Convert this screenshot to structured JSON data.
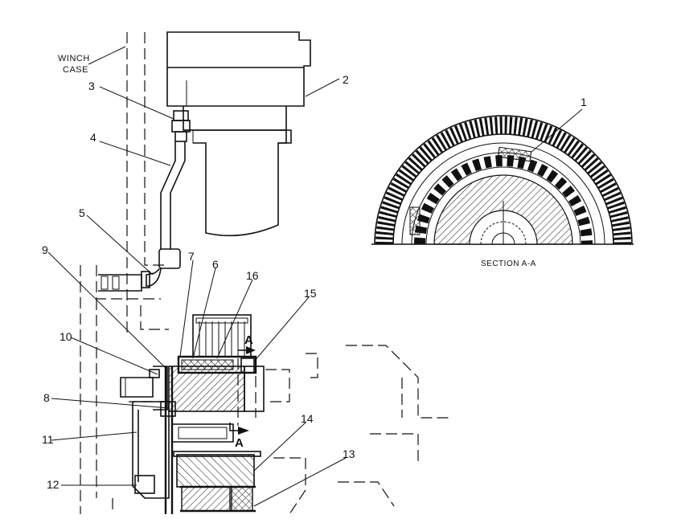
{
  "labels": {
    "winch_case_line1": "WINCH",
    "winch_case_line2": "CASE",
    "section_caption": "SECTION  A-A",
    "section_marker_top": "A",
    "section_marker_bottom": "A"
  },
  "callouts": [
    "1",
    "2",
    "3",
    "4",
    "5",
    "6",
    "7",
    "8",
    "9",
    "10",
    "11",
    "12",
    "13",
    "14",
    "15",
    "16"
  ]
}
